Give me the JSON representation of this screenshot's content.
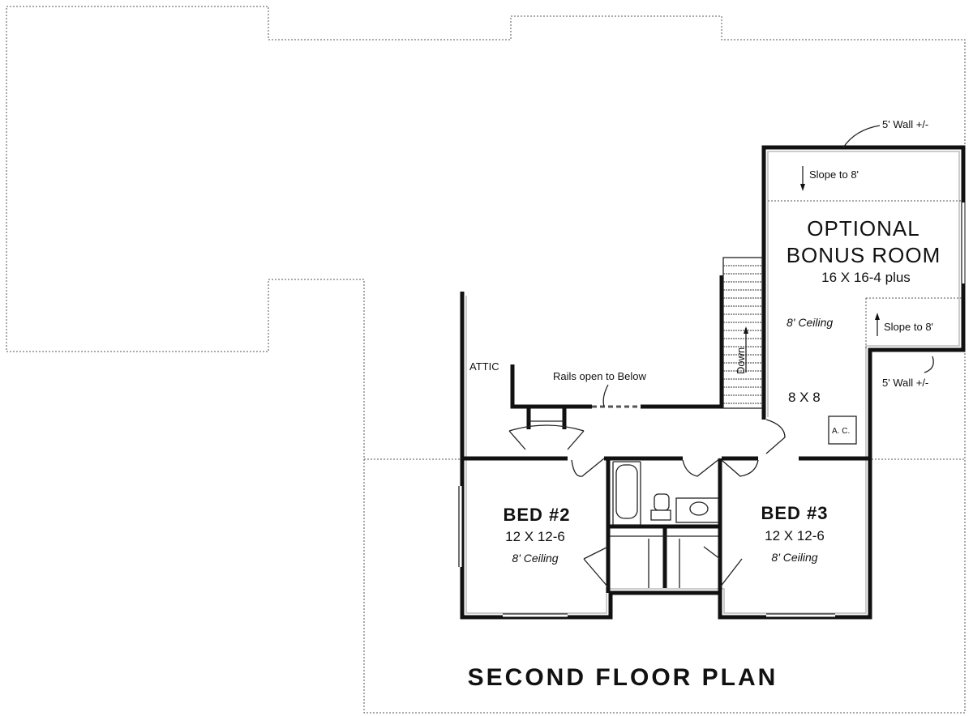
{
  "title": "SECOND FLOOR PLAN",
  "rooms": {
    "bonus": {
      "name_line1": "OPTIONAL",
      "name_line2": "BONUS ROOM",
      "size": "16 X 16-4 plus",
      "ceiling": "8' Ceiling",
      "slope_top": "Slope to 8'",
      "slope_bottom": "Slope to 8'"
    },
    "storage": {
      "size": "8 X 8",
      "ac": "A. C."
    },
    "bed2": {
      "name": "BED #2",
      "size": "12 X 12-6",
      "ceiling": "8' Ceiling"
    },
    "bed3": {
      "name": "BED #3",
      "size": "12 X 12-6",
      "ceiling": "8' Ceiling"
    },
    "attic": {
      "name": "ATTIC"
    }
  },
  "notes": {
    "wall_top": "5' Wall +/-",
    "wall_bottom": "5' Wall +/-",
    "rails": "Rails open to Below",
    "stairs": "Down"
  }
}
